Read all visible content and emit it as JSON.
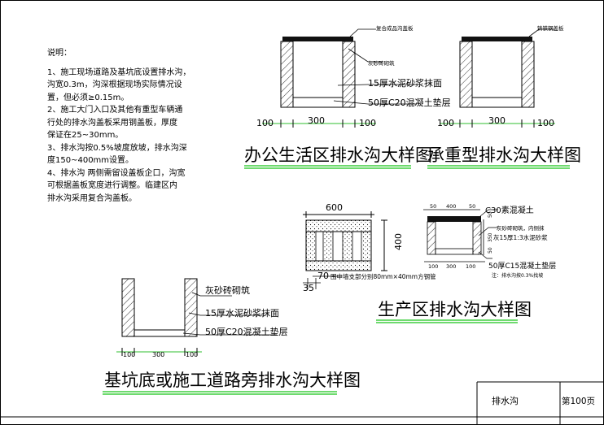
{
  "notes": {
    "heading": "说明：",
    "lines": [
      "1、施工现场道路及基坑底设置排水沟，",
      "沟宽0.3m，沟深根据现场实际情况设",
      "置，但必须≥0.15m。",
      "2、施工大门入口及其他有重型车辆通",
      "行处的排水沟盖板采用钢盖板，厚度",
      "保证在25~30mm。",
      "3、排水沟按0.5%坡度放坡，排水沟深",
      "度150~400mm设置。",
      "4、排水沟 两侧需留设盖板企口，沟宽",
      "可根据盖板宽度进行调整。临建区内",
      "排水沟采用复合沟盖板。"
    ]
  },
  "office": {
    "title": "办公生活区排水沟大样图",
    "cover_label": "复合成品沟盖板",
    "wall_label": "灰砂砖砌筑",
    "plaster_label": "15厚水泥砂浆抹面",
    "base_label": "50厚C20混凝土垫层",
    "dims": [
      "100",
      "300",
      "100"
    ]
  },
  "heavy": {
    "title": "承重型排水沟大样图",
    "cover_label": "铸铁钢盖板",
    "dims": [
      "100",
      "300",
      "100"
    ]
  },
  "production": {
    "title": "生产区排水沟大样图",
    "dim_top": "600",
    "dim_side": "400",
    "dim_bottom": "35",
    "pipe_note": "70",
    "pipe_text": "围中墙支部分别80mm×40mm方钢管",
    "small_top_dims": [
      "50",
      "400",
      "50"
    ],
    "small_bottom_dims": [
      "100",
      "300",
      "100"
    ],
    "small_side_dims": [
      "50",
      "350",
      "50"
    ],
    "c30": "C30素混凝土",
    "wall_note": "灰砂砖砌筑，内侧抹",
    "plaster_note": "灰15厚1:3水泥砂浆",
    "base_note": "50厚C15混凝土垫层",
    "slope_note": "注：排水沟按0.3%找坡"
  },
  "foundation": {
    "title": "基坑底或施工道路旁排水沟大样图",
    "wall_label": "灰砂砖砌筑",
    "plaster_label": "15厚水泥砂浆抹面",
    "base_label": "50厚C20混凝土垫层",
    "dims": [
      "100",
      "300",
      "100"
    ]
  },
  "titleblock": {
    "drawing_name": "排水沟",
    "page_label": "第100页"
  }
}
